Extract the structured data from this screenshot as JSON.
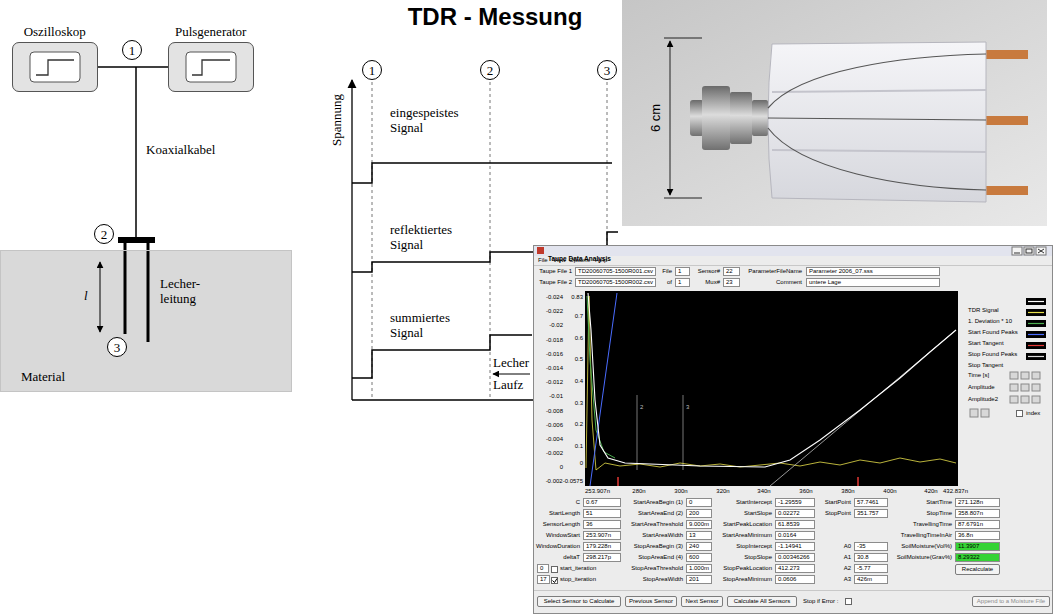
{
  "diagram": {
    "title": "TDR - Messung",
    "nodes": [
      {
        "text": [
          "Oszilloskop"
        ]
      },
      {
        "text": [
          "Pulsgenerator"
        ]
      },
      {
        "text": [
          "1"
        ]
      },
      {
        "text": [
          "2"
        ]
      },
      {
        "text": [
          "Material"
        ]
      },
      {
        "text": [
          "3"
        ],
        "in": 4
      },
      {
        "text": [
          "1"
        ]
      },
      {
        "text": [
          "2"
        ]
      },
      {
        "text": [
          "3"
        ]
      },
      {
        "text": [
          "Taupe Data Analysis"
        ]
      }
    ],
    "edges": [
      {
        "from": 0,
        "to": 1,
        "arrow": "none"
      }
    ],
    "labels": [
      "Koaxialkabel",
      "l",
      "Lecher- leitung",
      "Spannung",
      "eingespeistes Signal",
      "reflektiertes Signal",
      "summiertes Signal",
      "Lecher",
      "Laufz",
      "6 cm",
      "File",
      "View",
      "Options",
      "Help",
      "Taupe File 1",
      "TD20060705-1500R001.csv",
      "File",
      "1",
      "Sensor#",
      "22",
      "ParameterFileName",
      "Parameter 2006_07.sss",
      "Taupe File 2",
      "TD20060705-1500R002.csv",
      "of",
      "1",
      "Mux#",
      "23",
      "Comment",
      "untere Lage",
      "-0.024",
      "-0.022",
      "-0.02",
      "-0.018",
      "-0.016",
      "-0.014",
      "-0.012",
      "-0.01",
      "-0.008",
      "-0.006",
      "-0.004",
      "-0.002",
      "0",
      "-0.002-0.0575",
      "0.83",
      "0.7",
      "0.6",
      "0.5",
      "0.4",
      "0.3",
      "0.2",
      "0.1",
      "0",
      "253.907n",
      "280n",
      "300n",
      "320n",
      "340n",
      "360n",
      "380n",
      "400n",
      "420n",
      "432.837n",
      "2",
      "3",
      "Time [s]",
      "Amplitude",
      "Amplitude2",
      "index",
      "C",
      "0.67",
      "StartLength",
      "51",
      "SensorLength",
      "36",
      "WindowStart",
      "253.907n",
      "WindowDuration",
      "179.228n",
      "deltaT",
      "298.217p",
      "0",
      "start_iteration",
      "17",
      "stop_iteration",
      "StartAreaBegin (1)",
      "0",
      "StartAreaEnd (2)",
      "200",
      "StartAreaThreshold",
      "9.000m",
      "StartAreaWidth",
      "13",
      "StopAreaBegin (3)",
      "240",
      "StopAreaEnd (4)",
      "600",
      "StopAreaThreshold",
      "1.000m",
      "StopAreaWidth",
      "201",
      "StartIntercept",
      "-1.29559",
      "StartSlope",
      "0.02272",
      "StartPeakLocation",
      "61.8539",
      "StartAreaMinimum",
      "0.0164",
      "StopIntercept",
      "-1.14941",
      "StopSlope",
      "0.00346266",
      "StopPeakLocation",
      "412.273",
      "StopAreaMinimum",
      "0.0606",
      "StartPoint",
      "57.7461",
      "StopPoint",
      "351.757",
      "A0",
      "-35",
      "A1",
      "30.8",
      "A2",
      "-5.77",
      "A3",
      "426m",
      "StartTime",
      "271.128n",
      "StopTime",
      "358.807n",
      "TravellingTime",
      "87.6791n",
      "TravellingTimeInAir",
      "36.8n",
      "SoilMoisture(Vol%)",
      "11.3907",
      "SoilMoisture(Grav%)",
      "8.29322",
      "Recalculate",
      "Select Sensor to Calculate",
      "Previous Sensor",
      "Next Sensor",
      "Calculate All Sensors",
      "Stop if Error :",
      "Append to a Moisture File"
    ],
    "legend": [
      {
        "text": "TDR Signal"
      },
      {
        "text": "1. Deviation * 10"
      },
      {
        "text": "Start Found Peaks"
      },
      {
        "text": "Start Tangent"
      },
      {
        "text": "Stop Found Peaks"
      },
      {
        "text": "Stop Tangent"
      }
    ]
  }
}
